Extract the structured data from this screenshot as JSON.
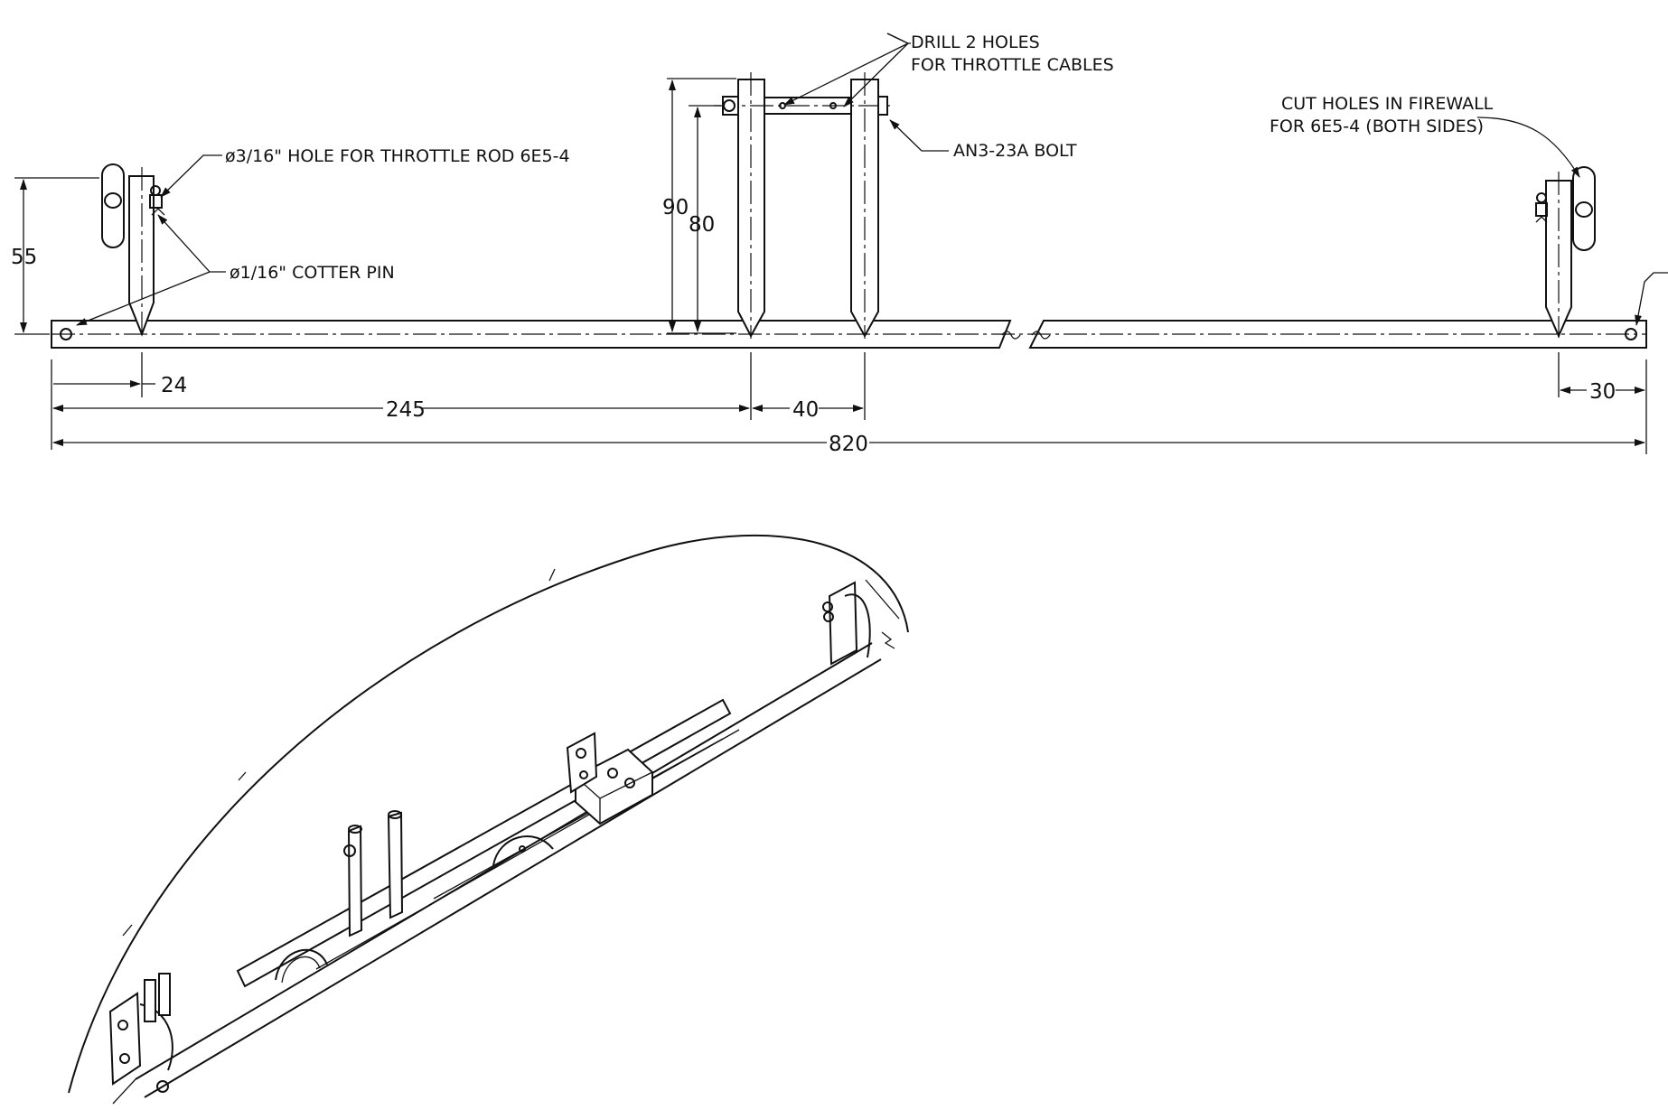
{
  "notes": {
    "drill_holes_line1": "DRILL 2 HOLES",
    "drill_holes_line2": "FOR THROTTLE CABLES",
    "throttle_rod_hole": "ø3/16\" HOLE FOR THROTTLE ROD 6E5-4",
    "bolt": "AN3-23A BOLT",
    "cotter_pin": "ø1/16\" COTTER PIN",
    "firewall_line1": "CUT HOLES IN FIREWALL",
    "firewall_line2": "FOR 6E5-4 (BOTH SIDES)"
  },
  "dimensions": {
    "lever_height": "55",
    "bracket_height_outer": "90",
    "bracket_height_inner": "80",
    "hole_offset_left": "24",
    "bracket_position": "245",
    "bracket_spacing": "40",
    "hole_offset_right": "30",
    "overall_length": "820"
  },
  "icons": {
    "elevation": "throttle-rod-elevation-drawing",
    "isometric": "throttle-rod-isometric-view"
  },
  "colors": {
    "line": "#111111",
    "background": "#ffffff"
  }
}
